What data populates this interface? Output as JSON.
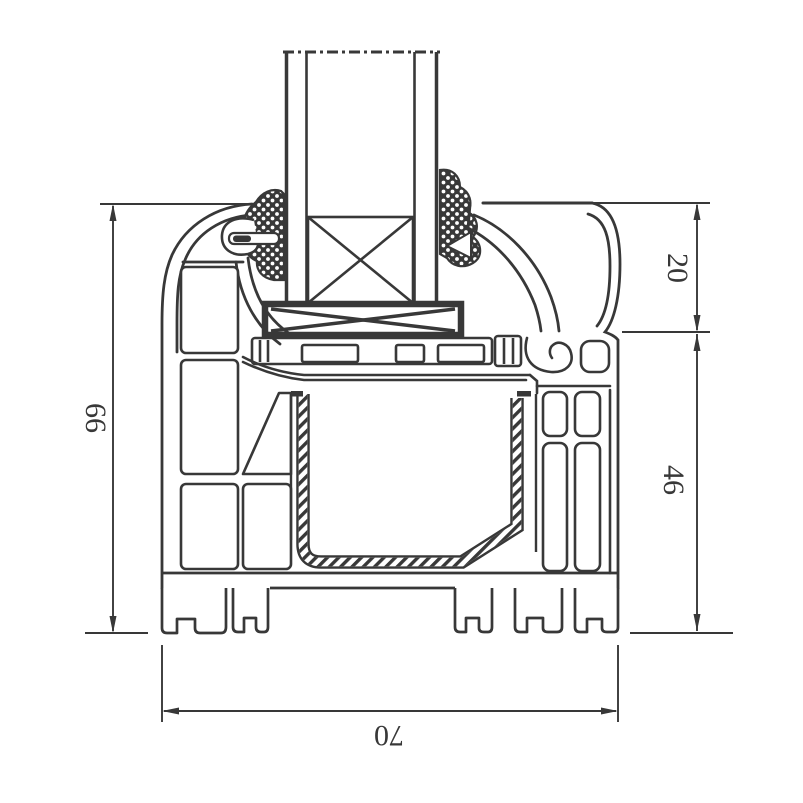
{
  "drawing": {
    "kind": "window-profile-cross-section",
    "dimensions": {
      "total_height": {
        "value": "66",
        "orientation": "vertical",
        "side": "left"
      },
      "glazing_height": {
        "value": "20",
        "orientation": "vertical",
        "side": "right"
      },
      "body_height": {
        "value": "46",
        "orientation": "vertical",
        "side": "right"
      },
      "total_width": {
        "value": "70",
        "orientation": "horizontal",
        "side": "bottom"
      }
    },
    "style": {
      "line_color": "#383838",
      "background_color": "#ffffff"
    }
  }
}
